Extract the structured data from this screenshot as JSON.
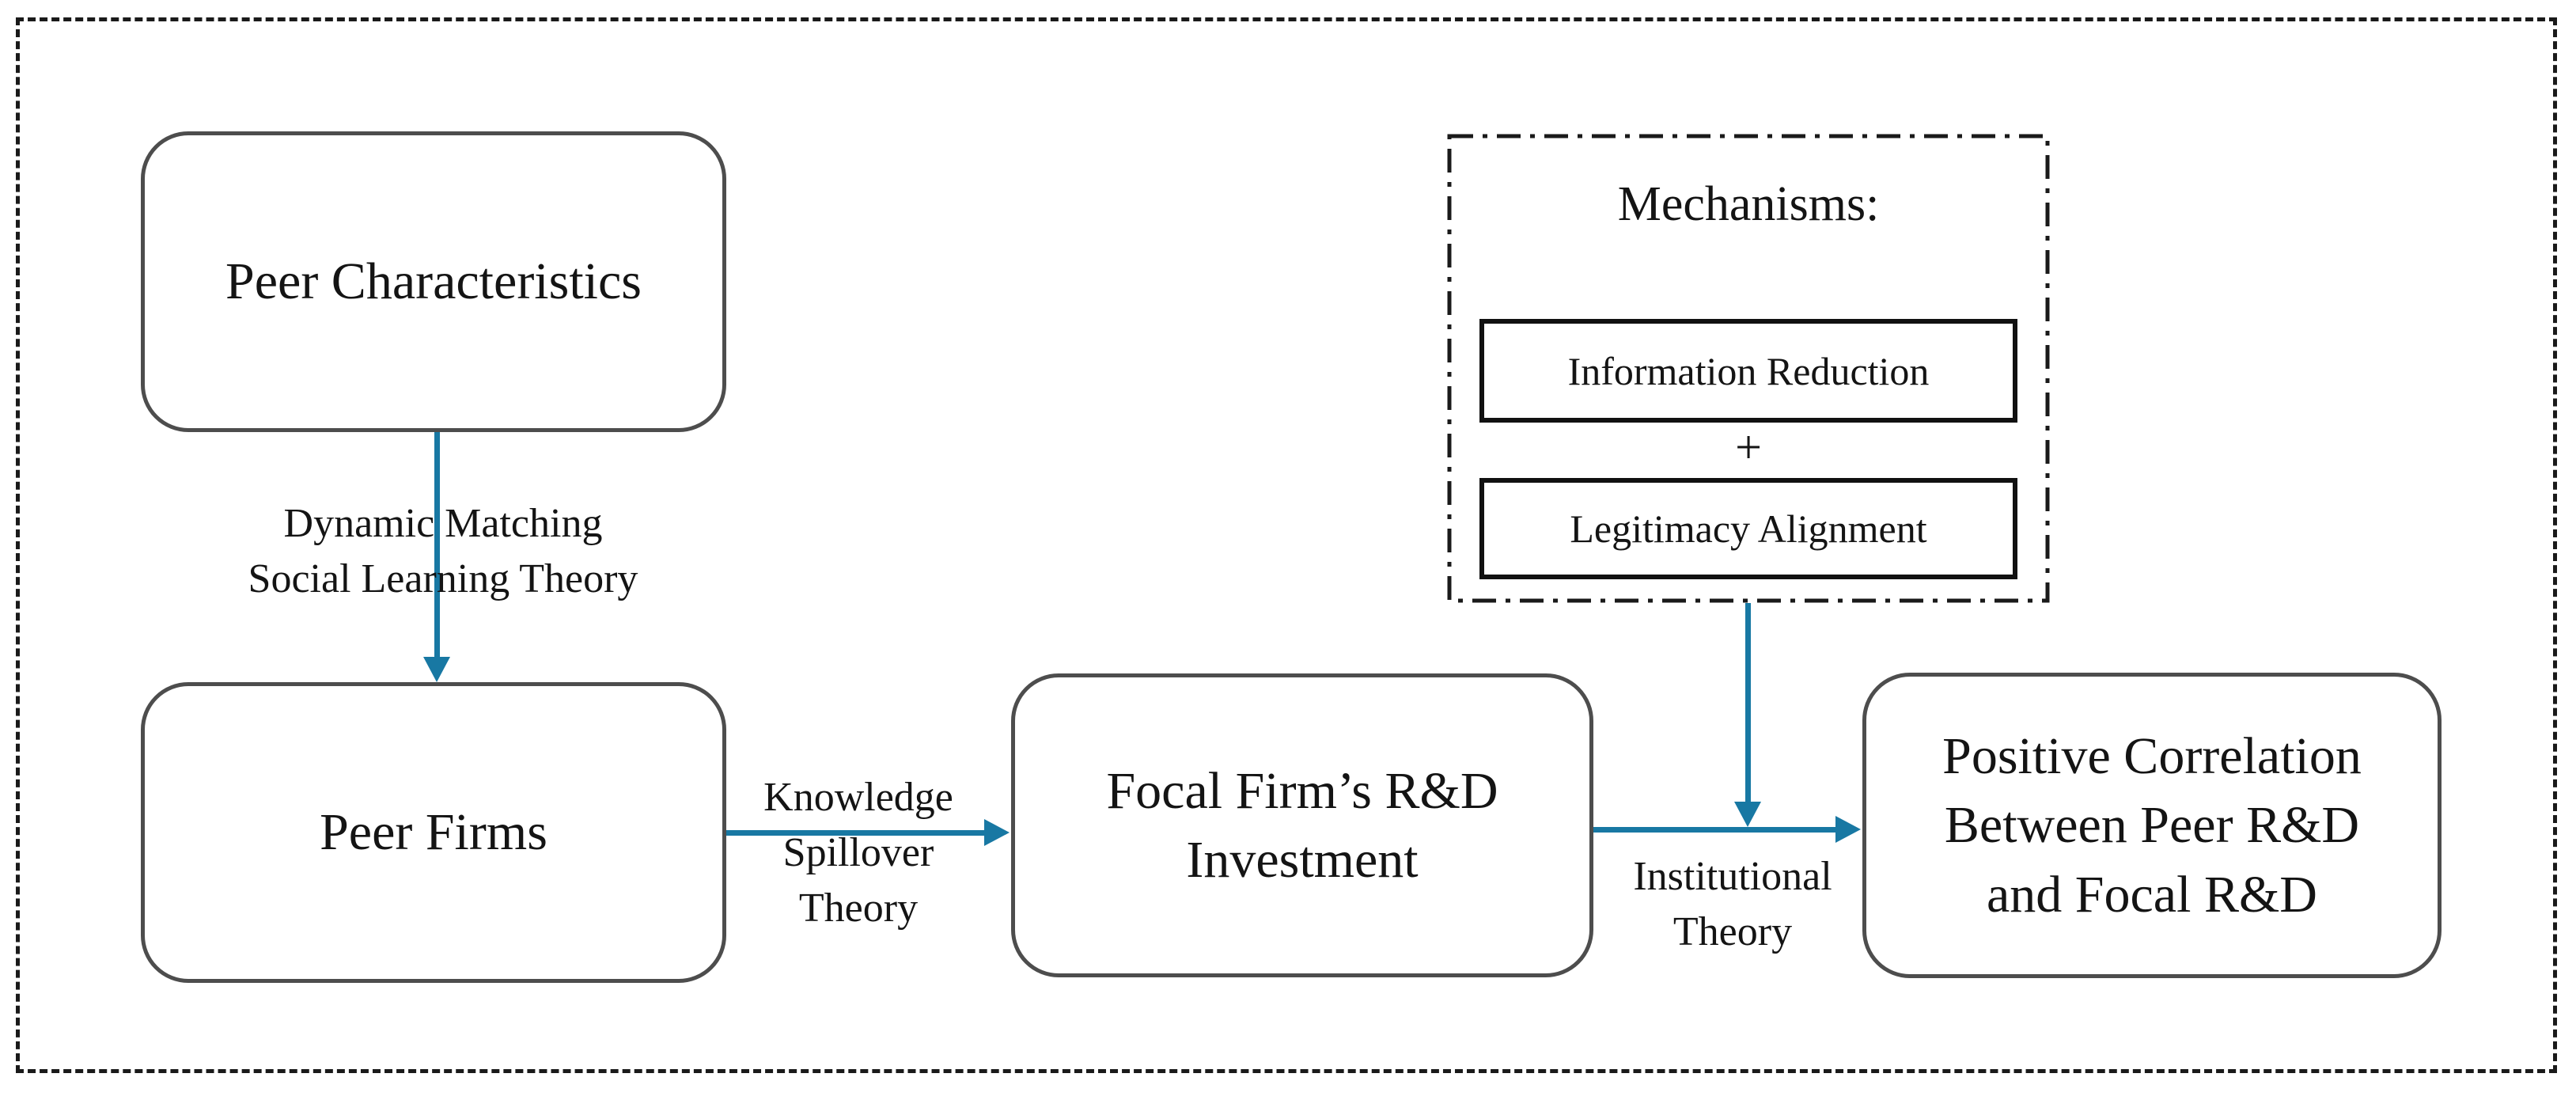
{
  "colors": {
    "arrow": "#1878a3",
    "node_border": "#4d4d4d",
    "text": "#141414",
    "frame": "#1a1a1a"
  },
  "nodes": {
    "peer_characteristics": {
      "label": "Peer Characteristics"
    },
    "peer_firms": {
      "label": "Peer Firms"
    },
    "focal_rd": {
      "lines": [
        "Focal Firm’s R&D",
        "Investment"
      ]
    },
    "positive_correlation": {
      "lines": [
        "Positive Correlation",
        "Between Peer R&D",
        "and Focal R&D"
      ]
    }
  },
  "mechanisms": {
    "title": "Mechanisms:",
    "item_1": "Information Reduction",
    "plus": "+",
    "item_2": "Legitimacy Alignment"
  },
  "edges": {
    "peer_char_to_peer_firms": {
      "lines": [
        "Dynamic Matching",
        "Social Learning Theory"
      ]
    },
    "peer_firms_to_focal": {
      "lines": [
        "Knowledge",
        "Spillover",
        "Theory"
      ]
    },
    "focal_to_outcome": {
      "lines": [
        "Institutional",
        "Theory"
      ]
    }
  }
}
